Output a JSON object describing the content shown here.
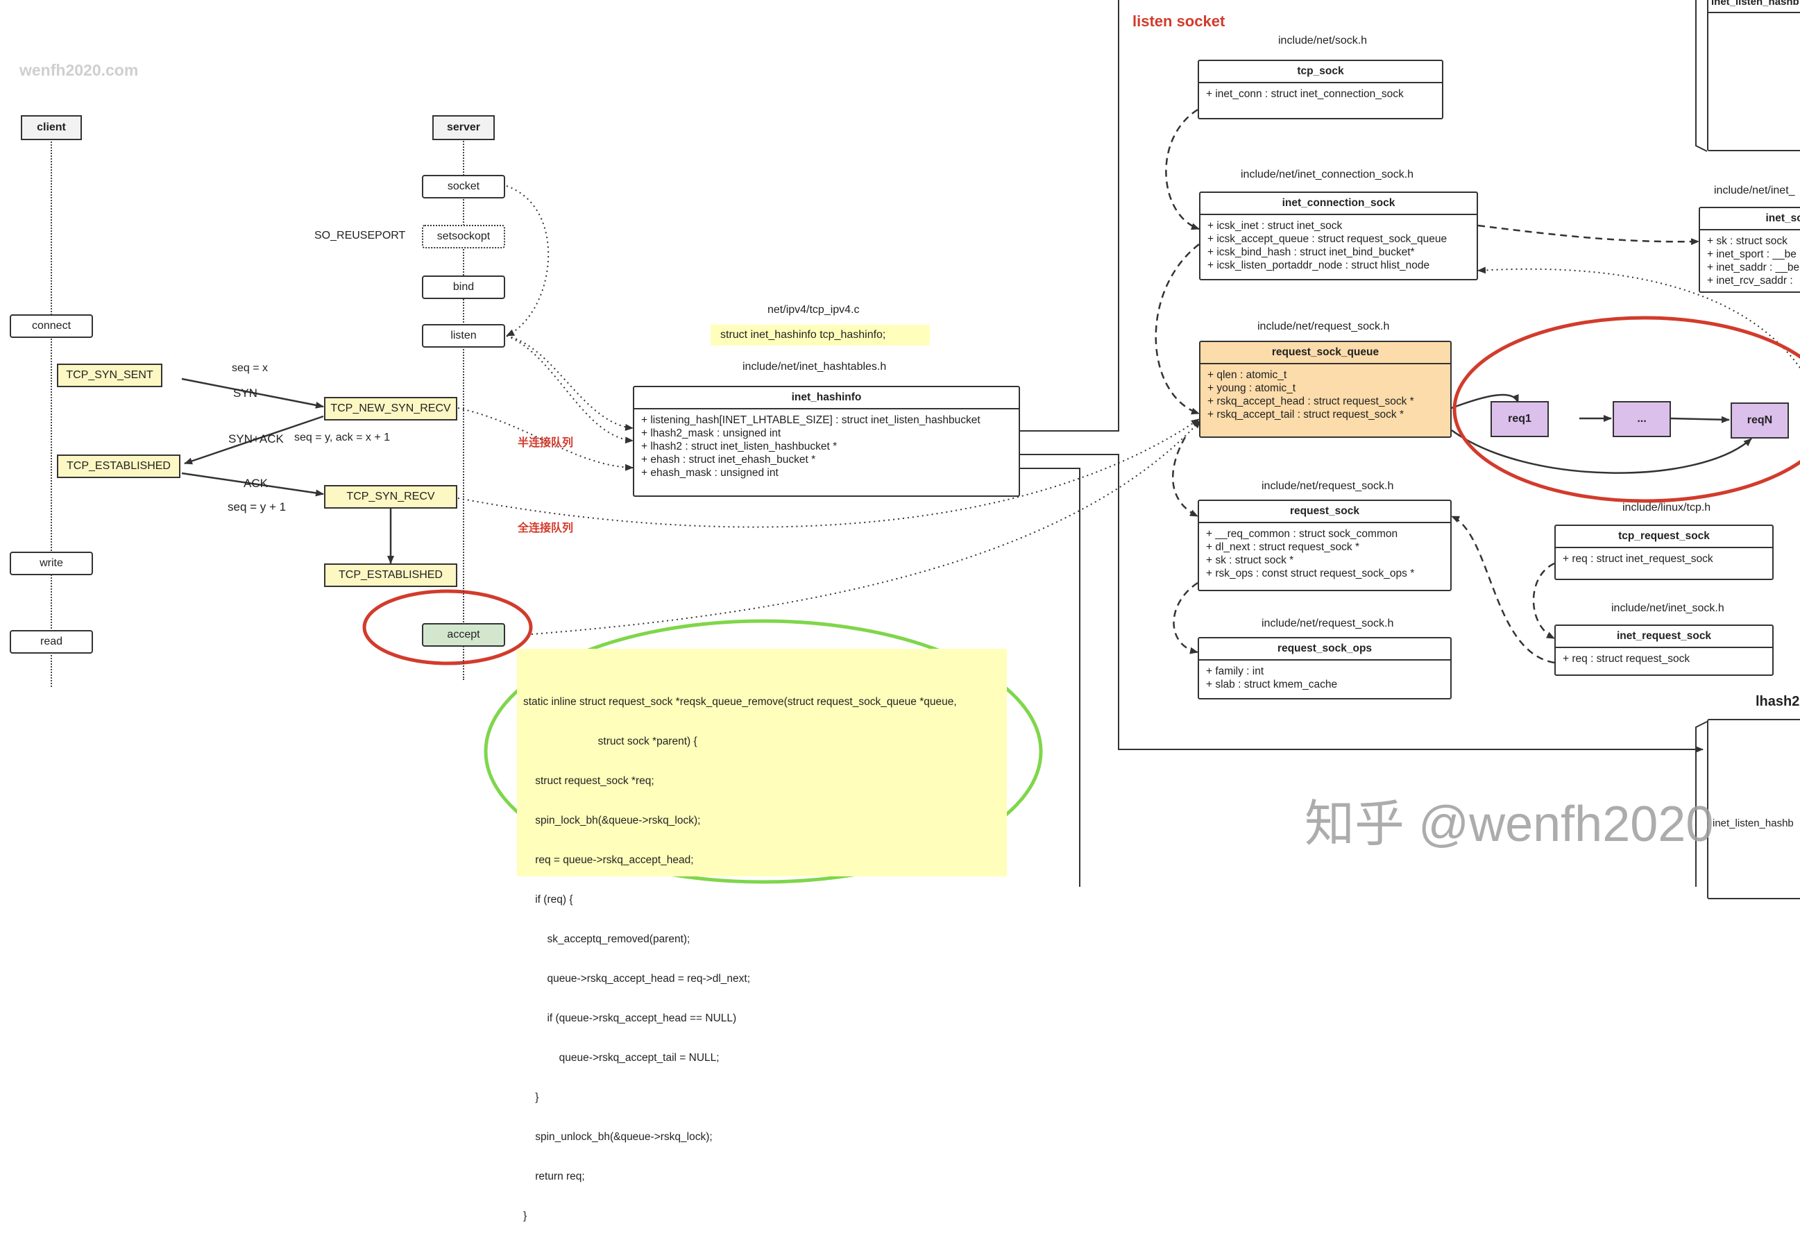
{
  "watermark_top": "wenfh2020.com",
  "watermark_bottom": "知乎 @wenfh2020",
  "sequence": {
    "client": "client",
    "server": "server",
    "server_steps": {
      "socket": "socket",
      "setsockopt": "setsockopt",
      "bind": "bind",
      "listen": "listen",
      "accept": "accept"
    },
    "so_reuseport": "SO_REUSEPORT",
    "client_steps": {
      "connect": "connect",
      "write": "write",
      "read": "read"
    },
    "states": {
      "syn_sent": "TCP_SYN_SENT",
      "new_syn_recv": "TCP_NEW_SYN_RECV",
      "established_client": "TCP_ESTABLISHED",
      "syn_recv": "TCP_SYN_RECV",
      "established_server": "TCP_ESTABLISHED"
    },
    "messages": {
      "seq_x": "seq = x",
      "syn": "SYN",
      "syn_ack": "SYN+ACK",
      "seq_y_ack": "seq = y, ack = x + 1",
      "ack": "ACK",
      "seq_y1": "seq = y + 1"
    },
    "queue_labels": {
      "half": "半连接队列",
      "full": "全连接队列"
    }
  },
  "tcp_ipv4": {
    "file": "net/ipv4/tcp_ipv4.c",
    "note": "struct inet_hashinfo tcp_hashinfo;"
  },
  "hashinfo": {
    "file": "include/net/inet_hashtables.h",
    "title": "inet_hashinfo",
    "fields": [
      "+ listening_hash[INET_LHTABLE_SIZE] : struct inet_listen_hashbucket",
      "+ lhash2_mask : unsigned int",
      "+ lhash2 : struct inet_listen_hashbucket *",
      "+ ehash :  struct inet_ehash_bucket *",
      "+ ehash_mask : unsigned int"
    ]
  },
  "code_lines": [
    "static inline struct request_sock *reqsk_queue_remove(struct request_sock_queue *queue,",
    "                         struct sock *parent) {",
    "    struct request_sock *req;",
    "    spin_lock_bh(&queue->rskq_lock);",
    "    req = queue->rskq_accept_head;",
    "    if (req) {",
    "        sk_acceptq_removed(parent);",
    "        queue->rskq_accept_head = req->dl_next;",
    "        if (queue->rskq_accept_head == NULL)",
    "            queue->rskq_accept_tail = NULL;",
    "    }",
    "    spin_unlock_bh(&queue->rskq_lock);",
    "    return req;",
    "}"
  ],
  "listen_socket": {
    "label": "listen socket",
    "tcp_sock": {
      "file": "include/net/sock.h",
      "title": "tcp_sock",
      "fields": [
        "+ inet_conn : struct inet_connection_sock"
      ]
    },
    "inet_connection_sock": {
      "file": "include/net/inet_connection_sock.h",
      "title": "inet_connection_sock",
      "fields": [
        "+ icsk_inet : struct inet_sock",
        "+ icsk_accept_queue : struct request_sock_queue",
        "+ icsk_bind_hash : struct inet_bind_bucket*",
        "+ icsk_listen_portaddr_node : struct hlist_node"
      ]
    },
    "request_sock_queue": {
      "file": "include/net/request_sock.h",
      "title": "request_sock_queue",
      "fields": [
        "+ qlen : atomic_t",
        "+ young : atomic_t",
        "+ rskq_accept_head : struct request_sock *",
        "+ rskq_accept_tail : struct request_sock *"
      ]
    },
    "request_sock": {
      "file": "include/net/request_sock.h",
      "title": "request_sock",
      "fields": [
        "+ __req_common : struct sock_common",
        "+ dl_next : struct request_sock *",
        "+ sk : struct sock *",
        "+ rsk_ops : const struct request_sock_ops *"
      ]
    },
    "request_sock_ops": {
      "file": "include/net/request_sock.h",
      "title": "request_sock_ops",
      "fields": [
        "+ family : int",
        "+ slab : struct kmem_cache"
      ]
    },
    "tcp_request_sock": {
      "file": "include/linux/tcp.h",
      "title": "tcp_request_sock",
      "fields": [
        "+ req : struct inet_request_sock"
      ]
    },
    "inet_request_sock": {
      "file": "include/net/inet_sock.h",
      "title": "inet_request_sock",
      "fields": [
        "+ req : struct request_sock"
      ]
    },
    "queue_items": [
      "req1",
      "...",
      "reqN"
    ]
  },
  "right_edge": {
    "inet_sock_file": "include/net/inet_",
    "inet_sock_title": "inet_sock",
    "inet_sock_fields": [
      "+ sk : struct sock",
      "+ inet_sport : __be",
      "+ inet_saddr : __be",
      "+ inet_rcv_saddr :"
    ],
    "top_title": "inet_listen_hashb",
    "lhash2": "lhash2",
    "bottom_title": "inet_listen_hashb"
  },
  "colors": {
    "state_fill": "#fdf7c3",
    "accept_fill": "#d3e7cf",
    "queue_fill": "#fbdcaa",
    "req_fill": "#dcc0ec",
    "note_fill": "#ffffbb",
    "red": "#d23b2c",
    "green": "#7fd64a"
  }
}
